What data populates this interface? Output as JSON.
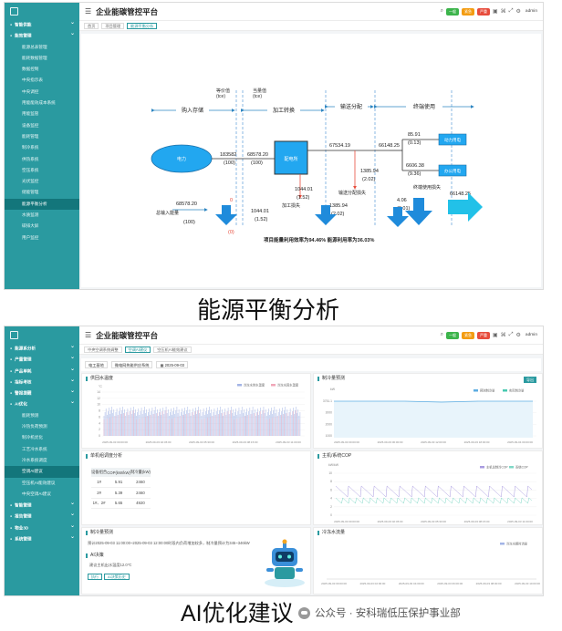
{
  "app": {
    "title": "企业能碳管控平台",
    "user": "admin",
    "badges": [
      "一般",
      "紧急",
      "严重"
    ],
    "brand_color": "#2a9aa0"
  },
  "screen1": {
    "sidebar": [
      {
        "label": "智能供能",
        "kind": "group"
      },
      {
        "label": "能效管理",
        "kind": "group"
      },
      {
        "label": "能源总表管理",
        "kind": "sub"
      },
      {
        "label": "能耗数据管理",
        "kind": "sub"
      },
      {
        "label": "数据控制",
        "kind": "sub"
      },
      {
        "label": "中央指示表",
        "kind": "sub"
      },
      {
        "label": "中央调控",
        "kind": "sub"
      },
      {
        "label": "用能能效成本系统",
        "kind": "sub"
      },
      {
        "label": "用能监管",
        "kind": "sub"
      },
      {
        "label": "设备监控",
        "kind": "sub"
      },
      {
        "label": "能耗管理",
        "kind": "sub"
      },
      {
        "label": "制冷系统",
        "kind": "sub"
      },
      {
        "label": "供热系统",
        "kind": "sub"
      },
      {
        "label": "空压系统",
        "kind": "sub"
      },
      {
        "label": "光伏监控",
        "kind": "sub"
      },
      {
        "label": "储能管理",
        "kind": "sub"
      },
      {
        "label": "能源平衡分析",
        "kind": "sub",
        "active": true
      },
      {
        "label": "水质监测",
        "kind": "sub"
      },
      {
        "label": "碳排大屏",
        "kind": "sub"
      },
      {
        "label": "用户监控",
        "kind": "sub"
      }
    ],
    "tabs": [
      "首页",
      "项目管理",
      "能源平衡分析"
    ],
    "diagram": {
      "header_equivalent": "等价值\n(tce)",
      "header_calorific": "当量值\n(tce)",
      "stages": [
        "购入存储",
        "加工转换",
        "输送分配",
        "终端使用"
      ],
      "electricity_label": "电力",
      "distribution_label": "配电所",
      "purchase_total_label": "总输入能量",
      "purchase_value": "68578.20",
      "purchase_pct": "(100)",
      "zero_top": "0",
      "zero_bottom": "(0)",
      "equivalent_value": "183582",
      "equivalent_pct": "(100)",
      "calorific_value": "68578.20",
      "calorific_pct": "(100)",
      "conversion_loss_label": "加工损失",
      "conversion_loss_value_a": "1044.01",
      "conversion_loss_pct_a": "(1.52)",
      "conversion_loss_value_b": "1044.01",
      "conversion_loss_pct_b": "(1.52)",
      "transmission_value": "67534.19",
      "transmission_loss_label": "输送分配损失",
      "transmission_loss_value_a": "1385.94",
      "transmission_loss_pct_a": "(2.02)",
      "transmission_loss_value_b": "1385.94",
      "transmission_loss_pct_b": "(2.02)",
      "terminal_input": "66148.25",
      "terminal_a_value": "85.91",
      "terminal_a_pct": "(0.13)",
      "terminal_a_label": "动力用电",
      "terminal_b_value": "6606.38",
      "terminal_b_pct": "(9.36)",
      "terminal_b_label": "办公用电",
      "terminal_loss_label": "终端使用损失",
      "terminal_loss_value": "4.06",
      "terminal_loss_pct": "(0.01)",
      "final_value": "66148.25",
      "summary": "项目能量利用效率为94.46%  能源利用率为36.03%"
    }
  },
  "caption1": "能源平衡分析",
  "screen2": {
    "sidebar": [
      {
        "label": "能源系分析",
        "kind": "group"
      },
      {
        "label": "产量管理",
        "kind": "group"
      },
      {
        "label": "产品单耗",
        "kind": "group"
      },
      {
        "label": "指标考核",
        "kind": "group"
      },
      {
        "label": "警报提醒",
        "kind": "group"
      },
      {
        "label": "AI优化",
        "kind": "group"
      },
      {
        "label": "能耗预测",
        "kind": "sub"
      },
      {
        "label": "冷热负荷预测",
        "kind": "sub"
      },
      {
        "label": "制冷机优化",
        "kind": "sub"
      },
      {
        "label": "工艺冷水系统",
        "kind": "sub"
      },
      {
        "label": "冷水系统调度",
        "kind": "sub"
      },
      {
        "label": "空调AI建议",
        "kind": "sub",
        "active": true
      },
      {
        "label": "空压机AI能效建议",
        "kind": "sub"
      },
      {
        "label": "中央空调AI建议",
        "kind": "sub"
      },
      {
        "label": "智能管理",
        "kind": "group"
      },
      {
        "label": "报告管理",
        "kind": "group"
      },
      {
        "label": "物业3D",
        "kind": "group"
      },
      {
        "label": "系统管理",
        "kind": "group"
      }
    ],
    "tabs": [
      "中央空调系统调整",
      "空调AI建议",
      "空压机AI能效建议"
    ],
    "filters": {
      "plant": "电工基地",
      "system": "微电网热能供应系统",
      "date": "2025-09-03"
    },
    "supply_temp": {
      "title": "供回水温度",
      "unit": "°C",
      "legend": [
        "冷冻水供水温度",
        "冷冻水回水温度"
      ],
      "y_ticks": [
        "14",
        "12",
        "10",
        "8",
        "6",
        "4",
        "2",
        "0"
      ],
      "x_ticks": [
        "2025-09-03 00:00:00",
        "2025-09-03 02:45:00",
        "2025-09-03 05:30:00",
        "2025-09-03 08:15:00",
        "2025-09-03 11:00:00"
      ]
    },
    "cooling_forecast": {
      "title": "制冷量预测",
      "unit": "kW",
      "export_label": "导出",
      "legend": [
        "预测制冷量",
        "实际制冷量"
      ],
      "y_ticks": [
        "3751.1",
        "3000",
        "2000",
        "1000"
      ],
      "x_ticks": [
        "2025-09-03 00:00:00",
        "2025-09-03 06:00:00",
        "2025-09-03 12:00:00",
        "2025-09-03 18:00:00",
        "2025-09-04 00:00:00"
      ]
    },
    "combo_table": {
      "title": "单机组调度分析",
      "headers": [
        "设备组合",
        "COP(kW/kW)",
        "制冷量(kW)"
      ],
      "rows": [
        [
          "1#",
          "5.91",
          "2460"
        ],
        [
          "2#",
          "5.39",
          "2460"
        ],
        [
          "1#、2#",
          "5.65",
          "4920"
        ]
      ]
    },
    "cop_chart": {
      "title": "主机/系统COP",
      "unit": "kW/kW",
      "legend": [
        "主机总制冷COP",
        "系统COP"
      ],
      "y_ticks": [
        "10",
        "8",
        "6",
        "4",
        "2",
        "0"
      ],
      "x_ticks": [
        "2025-09-03 00:00:00",
        "2025-09-03 02:45:00",
        "2025-09-03 05:30:00",
        "2025-09-03 08:15:00",
        "2025-09-03 11:00:00"
      ]
    },
    "cooling_pred_text": {
      "title": "制冷量预测",
      "body": "预计2025-09-03 11:00:00~2025-09-03 12:00:00时段内负荷增加较多，制冷量预计为345~346kW",
      "ai_title": "AI决策",
      "ai_body": "建议主机出水温度12.0℃",
      "btn_execute": "执行",
      "btn_history": "AI决策历史"
    },
    "chilled_flow": {
      "title": "冷冻水流量",
      "legend": [
        "冷冻水瞬时流量"
      ],
      "x_ticks": [
        "2025-09-03 00:00:00",
        "2025-09-03 02:00:00",
        "2025-09-03 04:00:00",
        "2025-09-03 06:00:00",
        "2025-09-03 08:00:00",
        "2025-09-03 10:00:00"
      ]
    }
  },
  "caption2": "AI优化建议",
  "watermark": "公众号 · 安科瑞低压保护事业部"
}
